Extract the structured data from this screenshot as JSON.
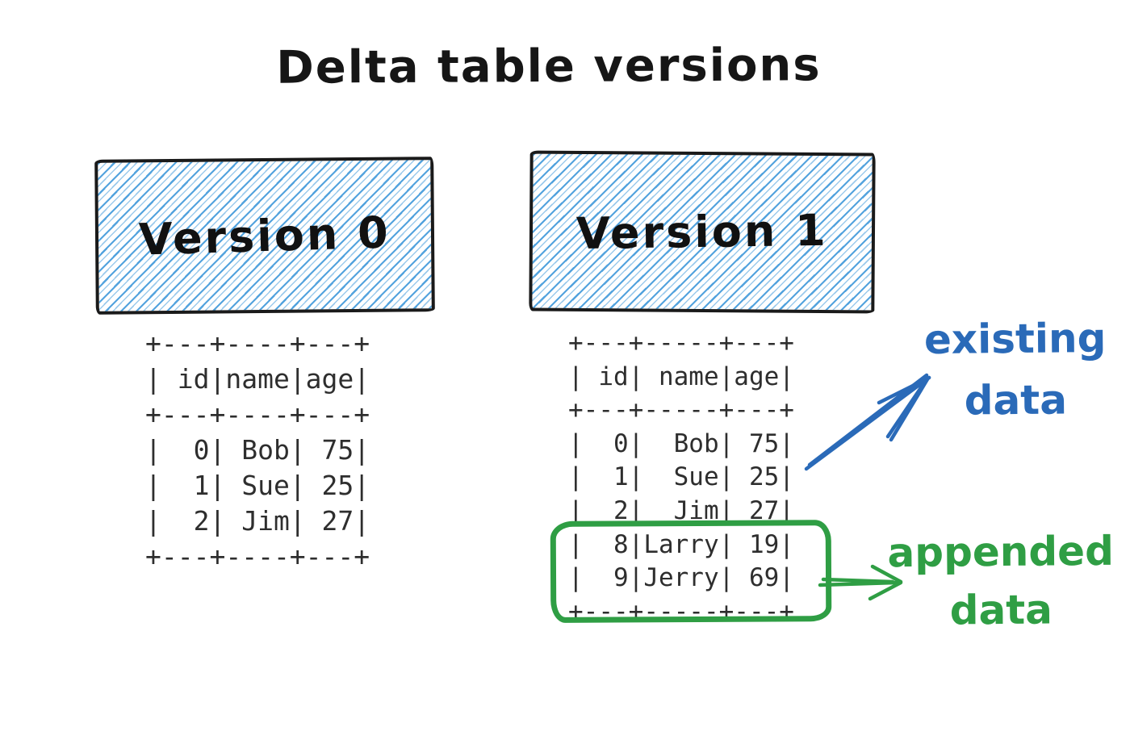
{
  "title": "Delta table versions",
  "palette": {
    "ink_black": "#1a1a1a",
    "hatch_blue": "#4a9edc",
    "annotation_blue": "#2a6ab8",
    "annotation_green": "#2f9e44",
    "table_text": "#2e2e2e"
  },
  "versions": [
    {
      "label": "Version 0",
      "columns": [
        "id",
        "name",
        "age"
      ],
      "rows": [
        [
          "0",
          "Bob",
          "75"
        ],
        [
          "1",
          "Sue",
          "25"
        ],
        [
          "2",
          "Jim",
          "27"
        ]
      ],
      "ascii": "+---+----+---+\n| id|name|age|\n+---+----+---+\n|  0| Bob| 75|\n|  1| Sue| 25|\n|  2| Jim| 27|\n+---+----+---+"
    },
    {
      "label": "Version 1",
      "columns": [
        "id",
        "name",
        "age"
      ],
      "rows": [
        [
          "0",
          "Bob",
          "75"
        ],
        [
          "1",
          "Sue",
          "25"
        ],
        [
          "2",
          "Jim",
          "27"
        ],
        [
          "8",
          "Larry",
          "19"
        ],
        [
          "9",
          "Jerry",
          "69"
        ]
      ],
      "appended_rows": [
        [
          "8",
          "Larry",
          "19"
        ],
        [
          "9",
          "Jerry",
          "69"
        ]
      ],
      "ascii": "+---+-----+---+\n| id| name|age|\n+---+-----+---+\n|  0|  Bob| 75|\n|  1|  Sue| 25|\n|  2|  Jim| 27|\n|  8|Larry| 19|\n|  9|Jerry| 69|\n+---+-----+---+"
    }
  ],
  "annotations": {
    "existing": {
      "line1": "existing",
      "line2": "data"
    },
    "appended": {
      "line1": "appended",
      "line2": "data"
    }
  }
}
